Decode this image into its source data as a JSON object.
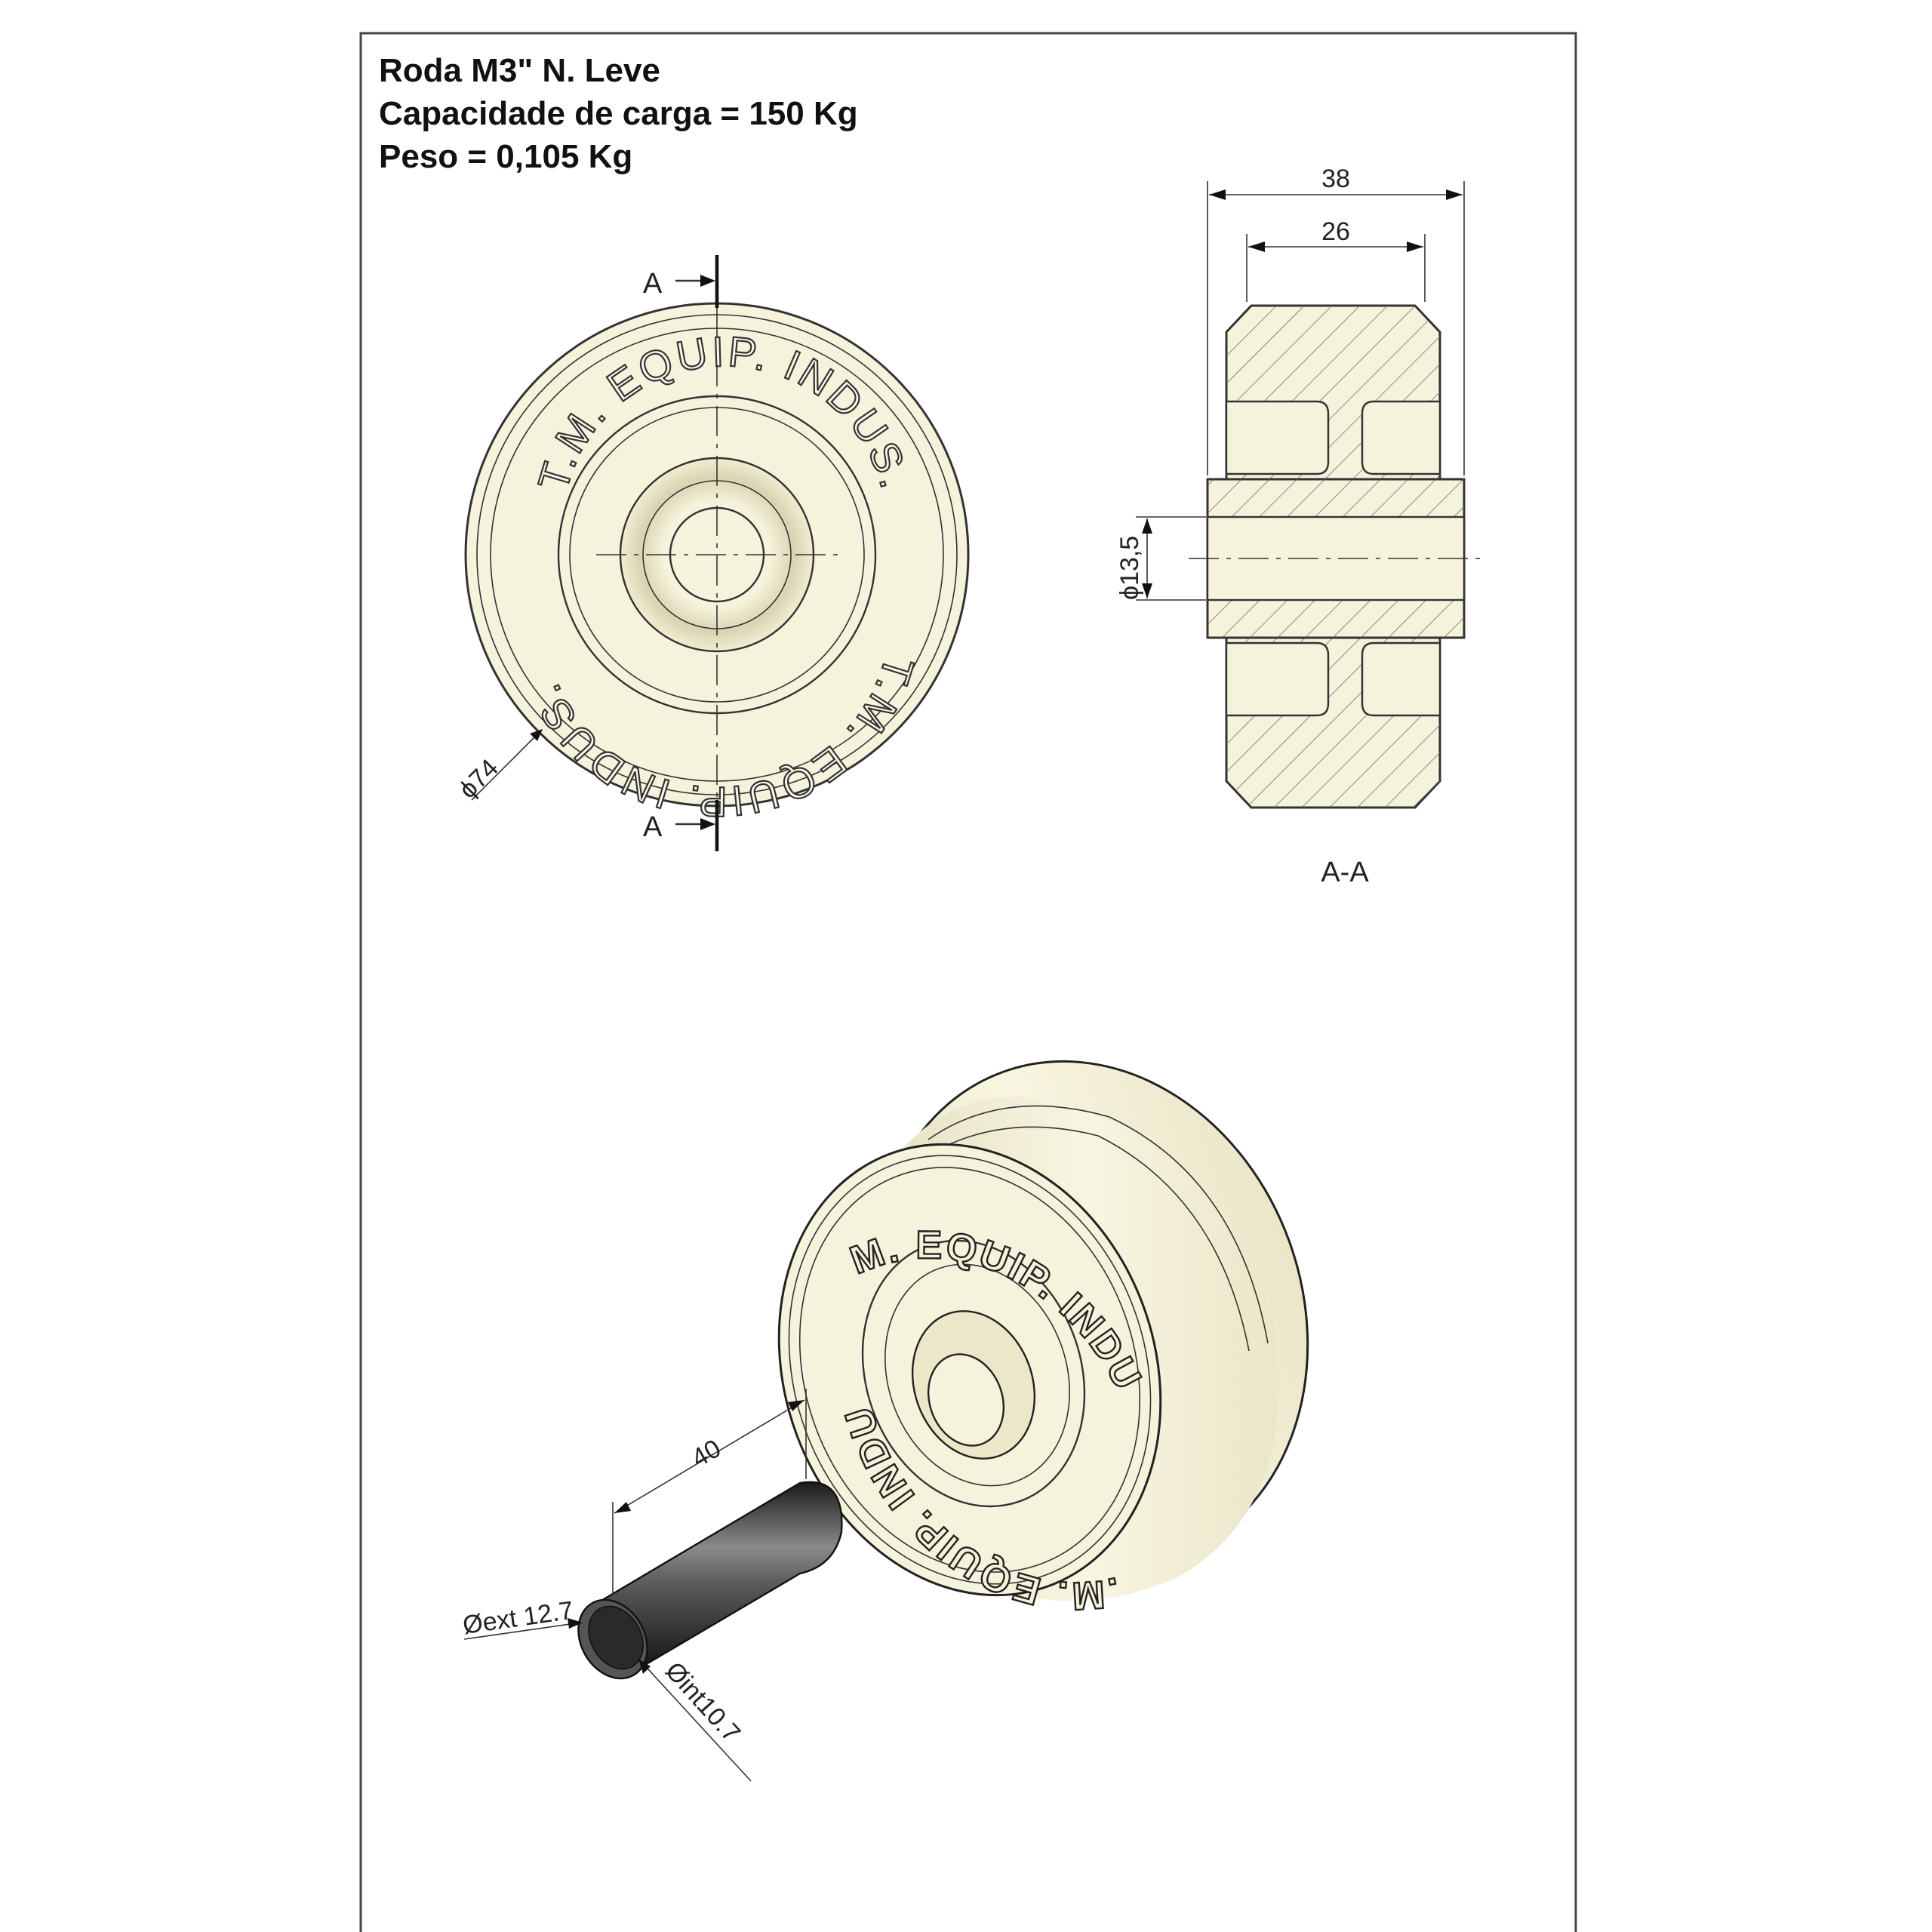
{
  "title": {
    "line1": "Roda M3\" N. Leve",
    "line2": "Capacidade de carga = 150 Kg",
    "line3": "Peso = 0,105 Kg"
  },
  "front_view": {
    "emboss_top": "T.M. EQUIP. INDUS.",
    "emboss_bottom": "T.M. EQUIP. INDUS.",
    "section_mark_top": "A",
    "section_mark_bottom": "A",
    "diameter": "ϕ74"
  },
  "section_view": {
    "width_outer": "38",
    "width_hub": "26",
    "bore_diameter": "ϕ13,5",
    "label": "A-A"
  },
  "iso_view": {
    "emboss_top": "T.M. EQUIP. INDUS",
    "emboss_bottom": "T.M. EQUIP. INDUS",
    "bushing_length": "40",
    "bushing_ext": "Øext 12.7",
    "bushing_int": "Øint10.7"
  },
  "colors": {
    "wheel": "#f6f3dc",
    "outline": "#333333",
    "bushing": "#3a3a3a"
  }
}
